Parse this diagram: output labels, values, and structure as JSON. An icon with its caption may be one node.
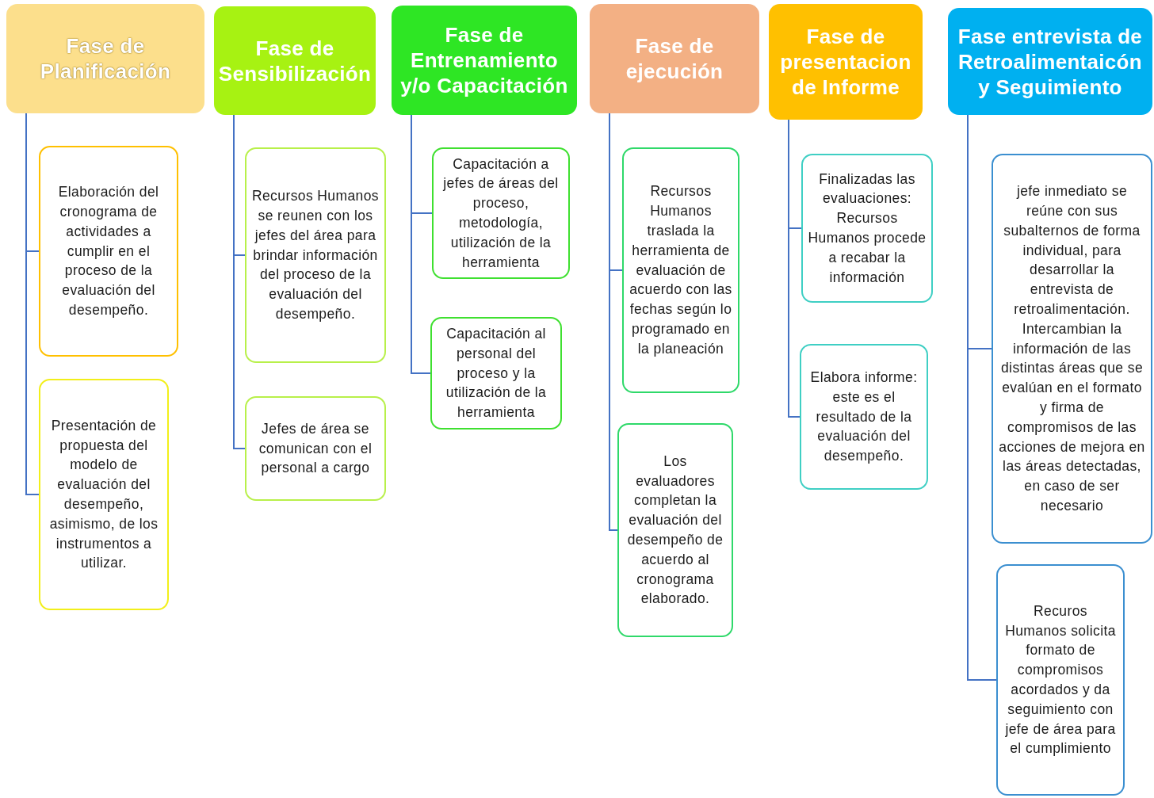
{
  "diagram": {
    "nodes": [
      {
        "text": [
          "Fase de Planificación"
        ]
      },
      {
        "text": [
          "Elaboración del cronograma de actividades a cumplir en el proceso de la evaluación del desempeño."
        ]
      },
      {
        "text": [
          "Presentación de propuesta del modelo de evaluación del desempeño, asimismo, de los instrumentos a utilizar."
        ]
      },
      {
        "text": [
          "Fase de Sensibilización"
        ]
      },
      {
        "text": [
          "Recursos Humanos se reunen con los jefes del área para brindar información del proceso de la evaluación del desempeño."
        ]
      },
      {
        "text": [
          "Jefes de área se comunican con el personal a cargo"
        ]
      },
      {
        "text": [
          "Fase de Entrenamiento y/o Capacitación"
        ]
      },
      {
        "text": [
          "Capacitación a jefes de áreas del proceso, metodología, utilización de la herramienta"
        ]
      },
      {
        "text": [
          "Capacitación al personal del proceso y la utilización de la herramienta"
        ]
      },
      {
        "text": [
          "Fase de ejecución"
        ]
      },
      {
        "text": [
          "Recursos Humanos traslada la herramienta de evaluación de acuerdo con las fechas según lo programado en la planeación"
        ]
      },
      {
        "text": [
          "Los evaluadores completan la evaluación del desempeño de acuerdo al cronograma elaborado."
        ]
      },
      {
        "text": [
          "Fase de presentacion de Informe"
        ]
      },
      {
        "text": [
          "Finalizadas las evaluaciones: Recursos Humanos procede a recabar la información"
        ]
      },
      {
        "text": [
          "Elabora informe: este es el resultado de la evaluación del desempeño."
        ]
      },
      {
        "text": [
          "Fase entrevista de Retroalimentaicón y Seguimiento"
        ]
      },
      {
        "text": [
          "jefe inmediato se reúne con sus subalternos de forma individual, para desarrollar la entrevista de retroalimentación. Intercambian la información de las distintas áreas que se evalúan en el formato y firma de compromisos de las acciones de mejora en las áreas detectadas, en caso de ser necesario"
        ]
      },
      {
        "text": [
          "Recuros Humanos solicita formato de compromisos acordados y da seguimiento con jefe de área para el cumplimiento"
        ]
      }
    ],
    "edges": [
      {
        "from": 0,
        "to": 1,
        "arrow": "none"
      },
      {
        "from": 0,
        "to": 2,
        "arrow": "none"
      },
      {
        "from": 3,
        "to": 4,
        "arrow": "none"
      },
      {
        "from": 3,
        "to": 5,
        "arrow": "none"
      },
      {
        "from": 6,
        "to": 7,
        "arrow": "none"
      },
      {
        "from": 6,
        "to": 8,
        "arrow": "none"
      },
      {
        "from": 9,
        "to": 10,
        "arrow": "none"
      },
      {
        "from": 9,
        "to": 11,
        "arrow": "none"
      },
      {
        "from": 12,
        "to": 13,
        "arrow": "none"
      },
      {
        "from": 12,
        "to": 14,
        "arrow": "none"
      },
      {
        "from": 15,
        "to": 16,
        "arrow": "none"
      },
      {
        "from": 15,
        "to": 17,
        "arrow": "none"
      }
    ]
  }
}
